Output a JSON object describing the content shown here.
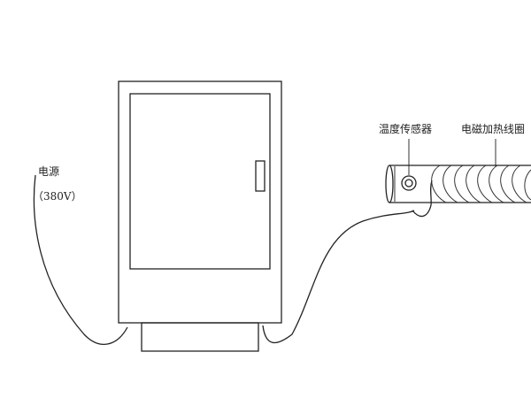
{
  "labels": {
    "power": "电源",
    "voltage": "（380V）",
    "temp_sensor": "温度传感器",
    "em_coil": "电磁加热线圈"
  }
}
